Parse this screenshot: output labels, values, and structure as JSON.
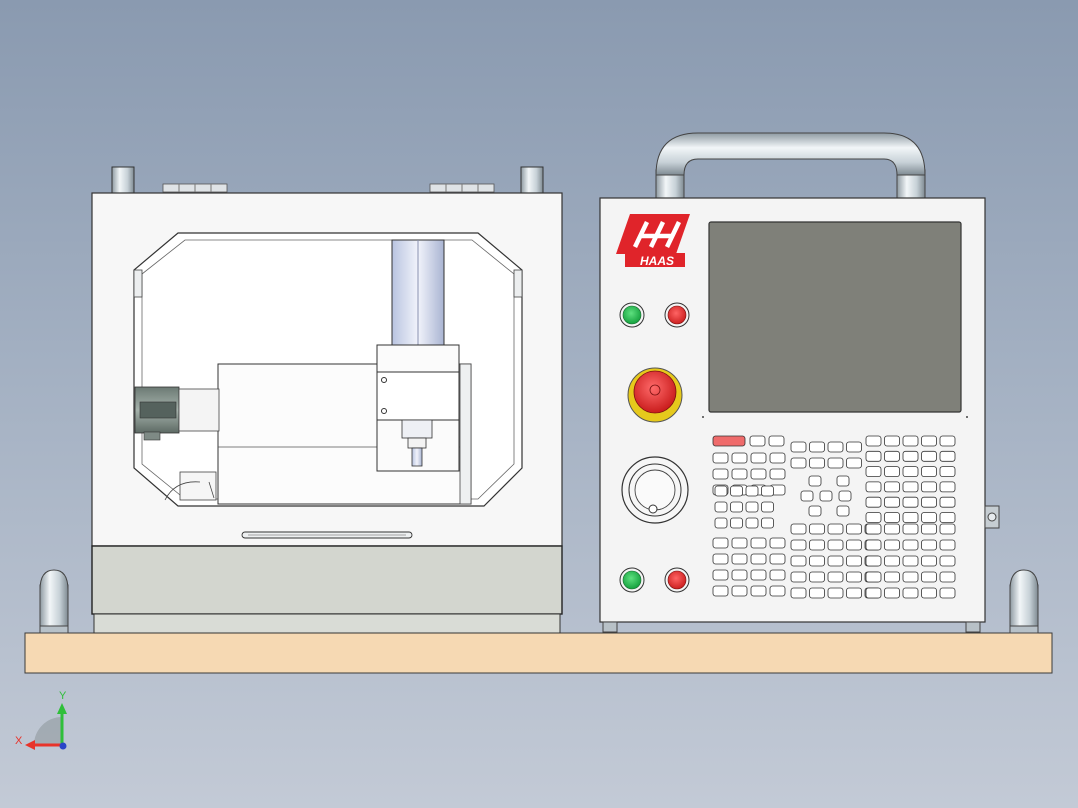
{
  "viewport": {
    "background_top": "#8a9ab0",
    "background_bottom": "#c3cad6"
  },
  "model": {
    "brand_logo_text": "HAAS",
    "colors": {
      "base_plate": "#f6d9b3",
      "panel_body": "#f4f4f4",
      "screen": "#7f8079",
      "handle": "#ccd6dc",
      "led_green": "#22b14c",
      "led_red": "#dd2c2c",
      "estop_ring": "#e6c91c",
      "highlight_key": "#ef6b6b",
      "lower_drawer": "#d3d6cf"
    },
    "parts": [
      "base-plate",
      "mill-enclosure",
      "window-frame",
      "spindle-column",
      "spindle-head",
      "x-axis-motor",
      "door-handle",
      "lower-drawer",
      "control-pendant",
      "carry-handle",
      "display-screen",
      "keypad",
      "jog-wheel",
      "emergency-stop"
    ]
  },
  "triad": {
    "x_label": "X",
    "y_label": "Y",
    "x_color": "#e8332a",
    "y_color": "#2fbf3a",
    "z_color": "#2b46c8"
  }
}
